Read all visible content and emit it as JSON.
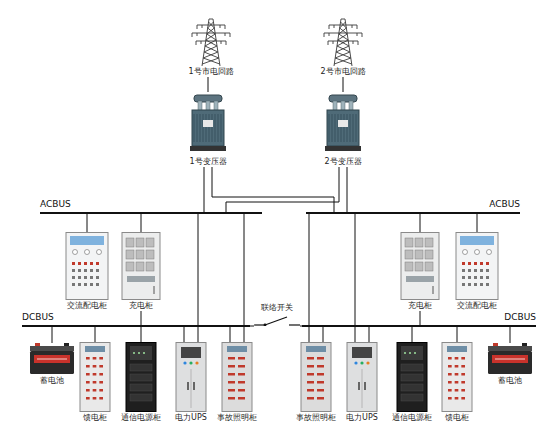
{
  "diagram": {
    "nodes": [
      {
        "text": [
          "1号市电回路"
        ]
      },
      {
        "text": [
          "2号市电回路"
        ]
      },
      {
        "text": [
          "1号变压器"
        ]
      },
      {
        "text": [
          "2号变压器"
        ]
      },
      {
        "text": [
          "ACBUS"
        ]
      },
      {
        "text": [
          "ACBUS"
        ]
      },
      {
        "text": [
          "交流配电柜"
        ]
      },
      {
        "text": [
          "充电柜"
        ]
      },
      {
        "text": [
          "充电柜"
        ]
      },
      {
        "text": [
          "交流配电柜"
        ]
      },
      {
        "text": [
          "DCBUS"
        ]
      },
      {
        "text": [
          "联络开关"
        ]
      },
      {
        "text": [
          "DCBUS"
        ]
      },
      {
        "text": [
          "蓄电池"
        ]
      },
      {
        "text": [
          "馈电柜"
        ]
      },
      {
        "text": [
          "通信电源柜"
        ]
      },
      {
        "text": [
          "电力UPS"
        ]
      },
      {
        "text": [
          "事故照明柜"
        ]
      },
      {
        "text": [
          "事故照明柜"
        ]
      },
      {
        "text": [
          "电力UPS"
        ]
      },
      {
        "text": [
          "通信电源柜"
        ]
      },
      {
        "text": [
          "馈电柜"
        ]
      },
      {
        "text": [
          "蓄电池"
        ]
      }
    ],
    "edges": [
      {
        "from": 0,
        "to": 2,
        "arrow": "none"
      },
      {
        "from": 1,
        "to": 3,
        "arrow": "none"
      },
      {
        "from": 2,
        "to": 4,
        "arrow": "none"
      },
      {
        "from": 2,
        "to": 5,
        "arrow": "none"
      },
      {
        "from": 3,
        "to": 5,
        "arrow": "none"
      },
      {
        "from": 3,
        "to": 4,
        "arrow": "none"
      },
      {
        "from": 4,
        "to": 6,
        "arrow": "none"
      },
      {
        "from": 4,
        "to": 7,
        "arrow": "none"
      },
      {
        "from": 4,
        "to": 16,
        "arrow": "none"
      },
      {
        "from": 4,
        "to": 17,
        "arrow": "none"
      },
      {
        "from": 7,
        "to": 10,
        "arrow": "none"
      },
      {
        "from": 5,
        "to": 8,
        "arrow": "none"
      },
      {
        "from": 5,
        "to": 9,
        "arrow": "none"
      },
      {
        "from": 5,
        "to": 19,
        "arrow": "none"
      },
      {
        "from": 5,
        "to": 18,
        "arrow": "none"
      },
      {
        "from": 8,
        "to": 12,
        "arrow": "none"
      },
      {
        "from": 10,
        "to": 11,
        "arrow": "none"
      },
      {
        "from": 11,
        "to": 12,
        "arrow": "none"
      },
      {
        "from": 10,
        "to": 13,
        "arrow": "none"
      },
      {
        "from": 10,
        "to": 14,
        "arrow": "none"
      },
      {
        "from": 10,
        "to": 15,
        "arrow": "none"
      },
      {
        "from": 10,
        "to": 16,
        "arrow": "none"
      },
      {
        "from": 10,
        "to": 17,
        "arrow": "none"
      },
      {
        "from": 12,
        "to": 18,
        "arrow": "none"
      },
      {
        "from": 12,
        "to": 19,
        "arrow": "none"
      },
      {
        "from": 12,
        "to": 20,
        "arrow": "none"
      },
      {
        "from": 12,
        "to": 21,
        "arrow": "none"
      },
      {
        "from": 12,
        "to": 22,
        "arrow": "none"
      }
    ]
  }
}
